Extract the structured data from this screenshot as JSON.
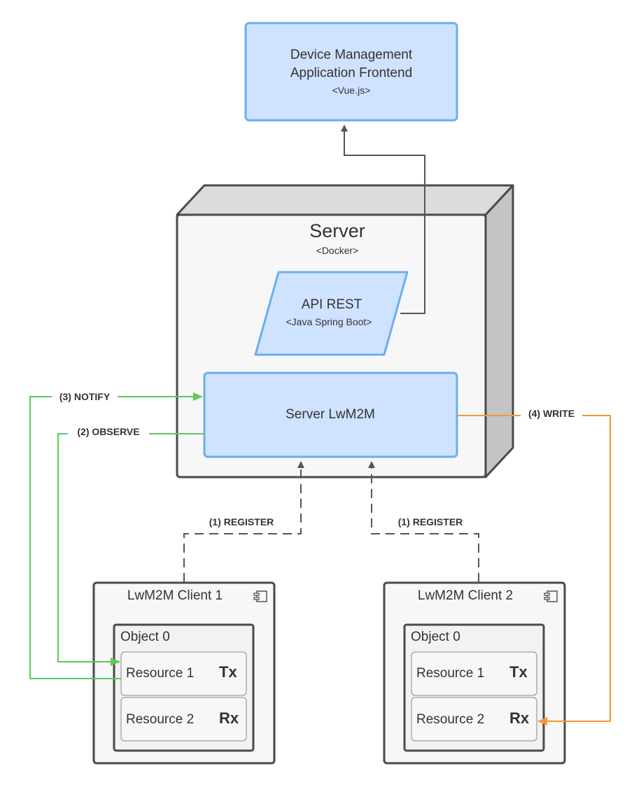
{
  "frontend": {
    "title_line1": "Device Management",
    "title_line2": "Application Frontend",
    "tech": "<Vue.js>"
  },
  "server": {
    "title": "Server",
    "tech": "<Docker>"
  },
  "api": {
    "title": "API REST",
    "tech": "<Java Spring Boot>"
  },
  "lwm2m_server": {
    "title": "Server LwM2M"
  },
  "edges": {
    "notify": "(3) NOTIFY",
    "observe": "(2) OBSERVE",
    "write": "(4) WRITE",
    "register1": "(1) REGISTER",
    "register2": "(1) REGISTER"
  },
  "clients": [
    {
      "title": "LwM2M Client 1",
      "object": "Object 0",
      "resources": [
        {
          "label": "Resource 1",
          "tag": "Tx"
        },
        {
          "label": "Resource 2",
          "tag": "Rx"
        }
      ]
    },
    {
      "title": "LwM2M Client 2",
      "object": "Object 0",
      "resources": [
        {
          "label": "Resource 1",
          "tag": "Tx"
        },
        {
          "label": "Resource 2",
          "tag": "Rx"
        }
      ]
    }
  ],
  "colors": {
    "blue_fill": "#cfe2ff",
    "blue_stroke": "#6aaef0",
    "node_fill": "#f7f7f7",
    "node_stroke": "#4a4a4a",
    "green": "#5cc85c",
    "orange": "#f7962f",
    "gray_arrow": "#555555"
  },
  "icons": {
    "component": "component-icon"
  }
}
